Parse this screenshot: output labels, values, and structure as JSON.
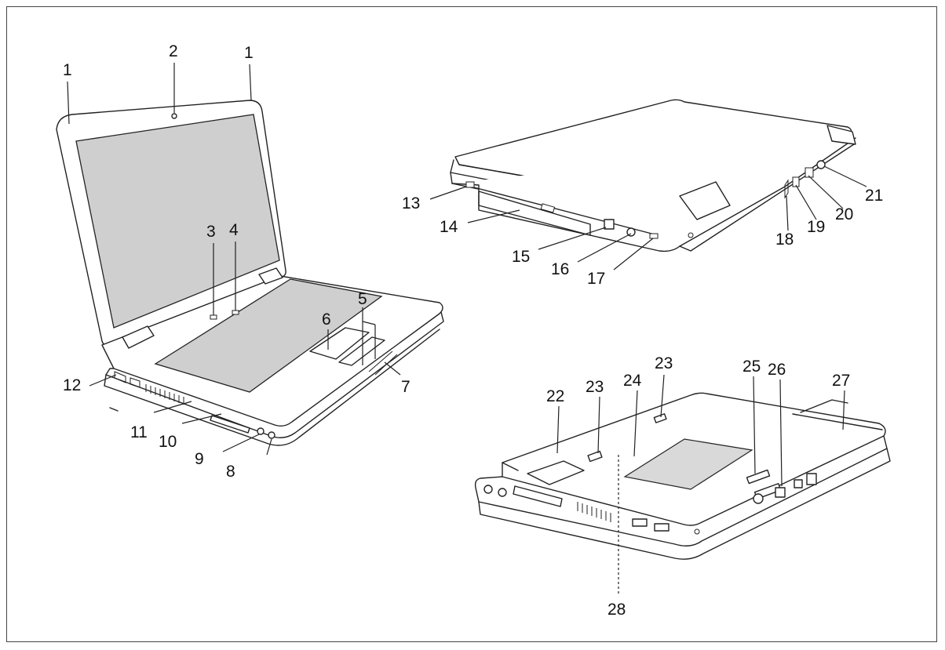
{
  "callouts": {
    "c1_left": "1",
    "c1_right": "1",
    "c2": "2",
    "c3": "3",
    "c4": "4",
    "c5": "5",
    "c6": "6",
    "c7": "7",
    "c8": "8",
    "c9": "9",
    "c10": "10",
    "c11": "11",
    "c12": "12",
    "c13": "13",
    "c14": "14",
    "c15": "15",
    "c16": "16",
    "c17": "17",
    "c18": "18",
    "c19": "19",
    "c20": "20",
    "c21": "21",
    "c22": "22",
    "c23_left": "23",
    "c23_right": "23",
    "c24": "24",
    "c25": "25",
    "c26": "26",
    "c27": "27",
    "c28": "28"
  }
}
